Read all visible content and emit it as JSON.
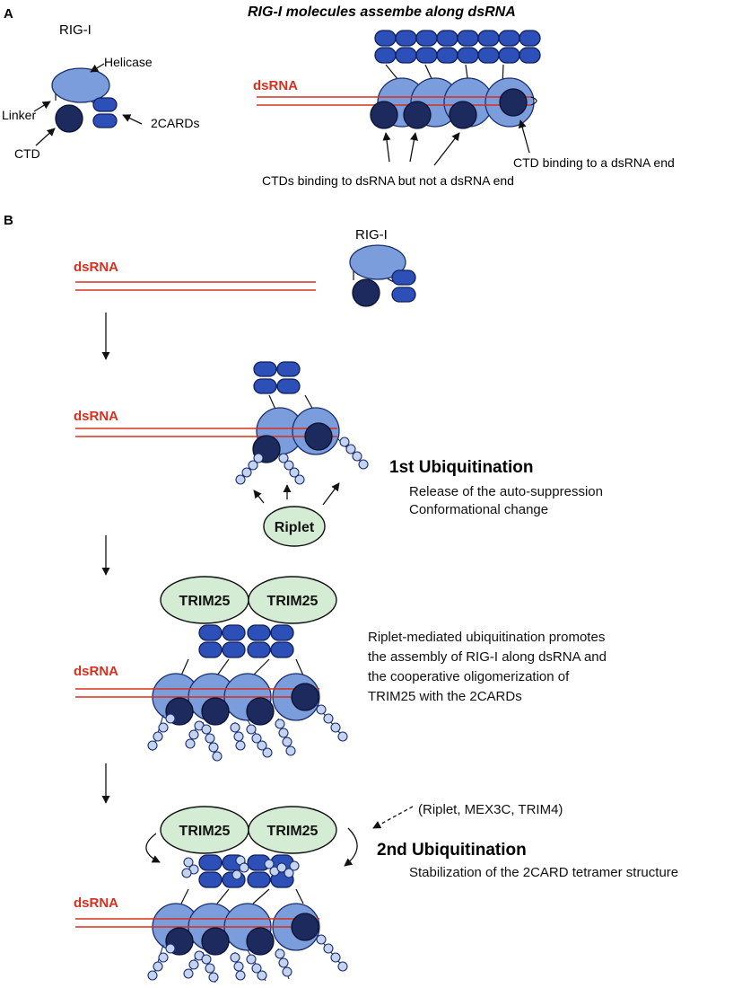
{
  "panelA": {
    "label": "A",
    "title": "RIG-I molecules assembe along dsRNA",
    "rigi_label": "RIG-I",
    "helicase_label": "Helicase",
    "linker_label": "Linker",
    "ctd_label": "CTD",
    "cards_label": "2CARDs",
    "dsrna_label": "dsRNA",
    "ctd_end_label": "CTD  binding to a dsRNA end",
    "ctd_bind_label": "CTDs binding to dsRNA but not a dsRNA end"
  },
  "panelB": {
    "label": "B",
    "rigi_label": "RIG-I",
    "dsrna_label": "dsRNA",
    "ub1_title": "1st Ubiquitination",
    "ub1_line1": "Release of the auto-suppression",
    "ub1_line2": "Conformational change",
    "riplet": "Riplet",
    "trim25": "TRIM25",
    "step3_line1": "Riplet-mediated ubiquitination promotes",
    "step3_line2": "the assembly of RIG-I along dsRNA and",
    "step3_line3": "the cooperative oligomerization of",
    "step3_line4": "TRIM25 with the  2CARDs",
    "e3_list": "(Riplet, MEX3C, TRIM4)",
    "ub2_title": "2nd Ubiquitination",
    "ub2_line1": "Stabilization of the 2CARD tetramer structure"
  },
  "colors": {
    "helicase": "#7b9ddb",
    "ctd": "#1c2a5e",
    "card": "#2c50b8",
    "dsrna": "#d7301f",
    "ubiquitin": "#c4d3f0",
    "e3_ligase": "#d5ecd4"
  }
}
